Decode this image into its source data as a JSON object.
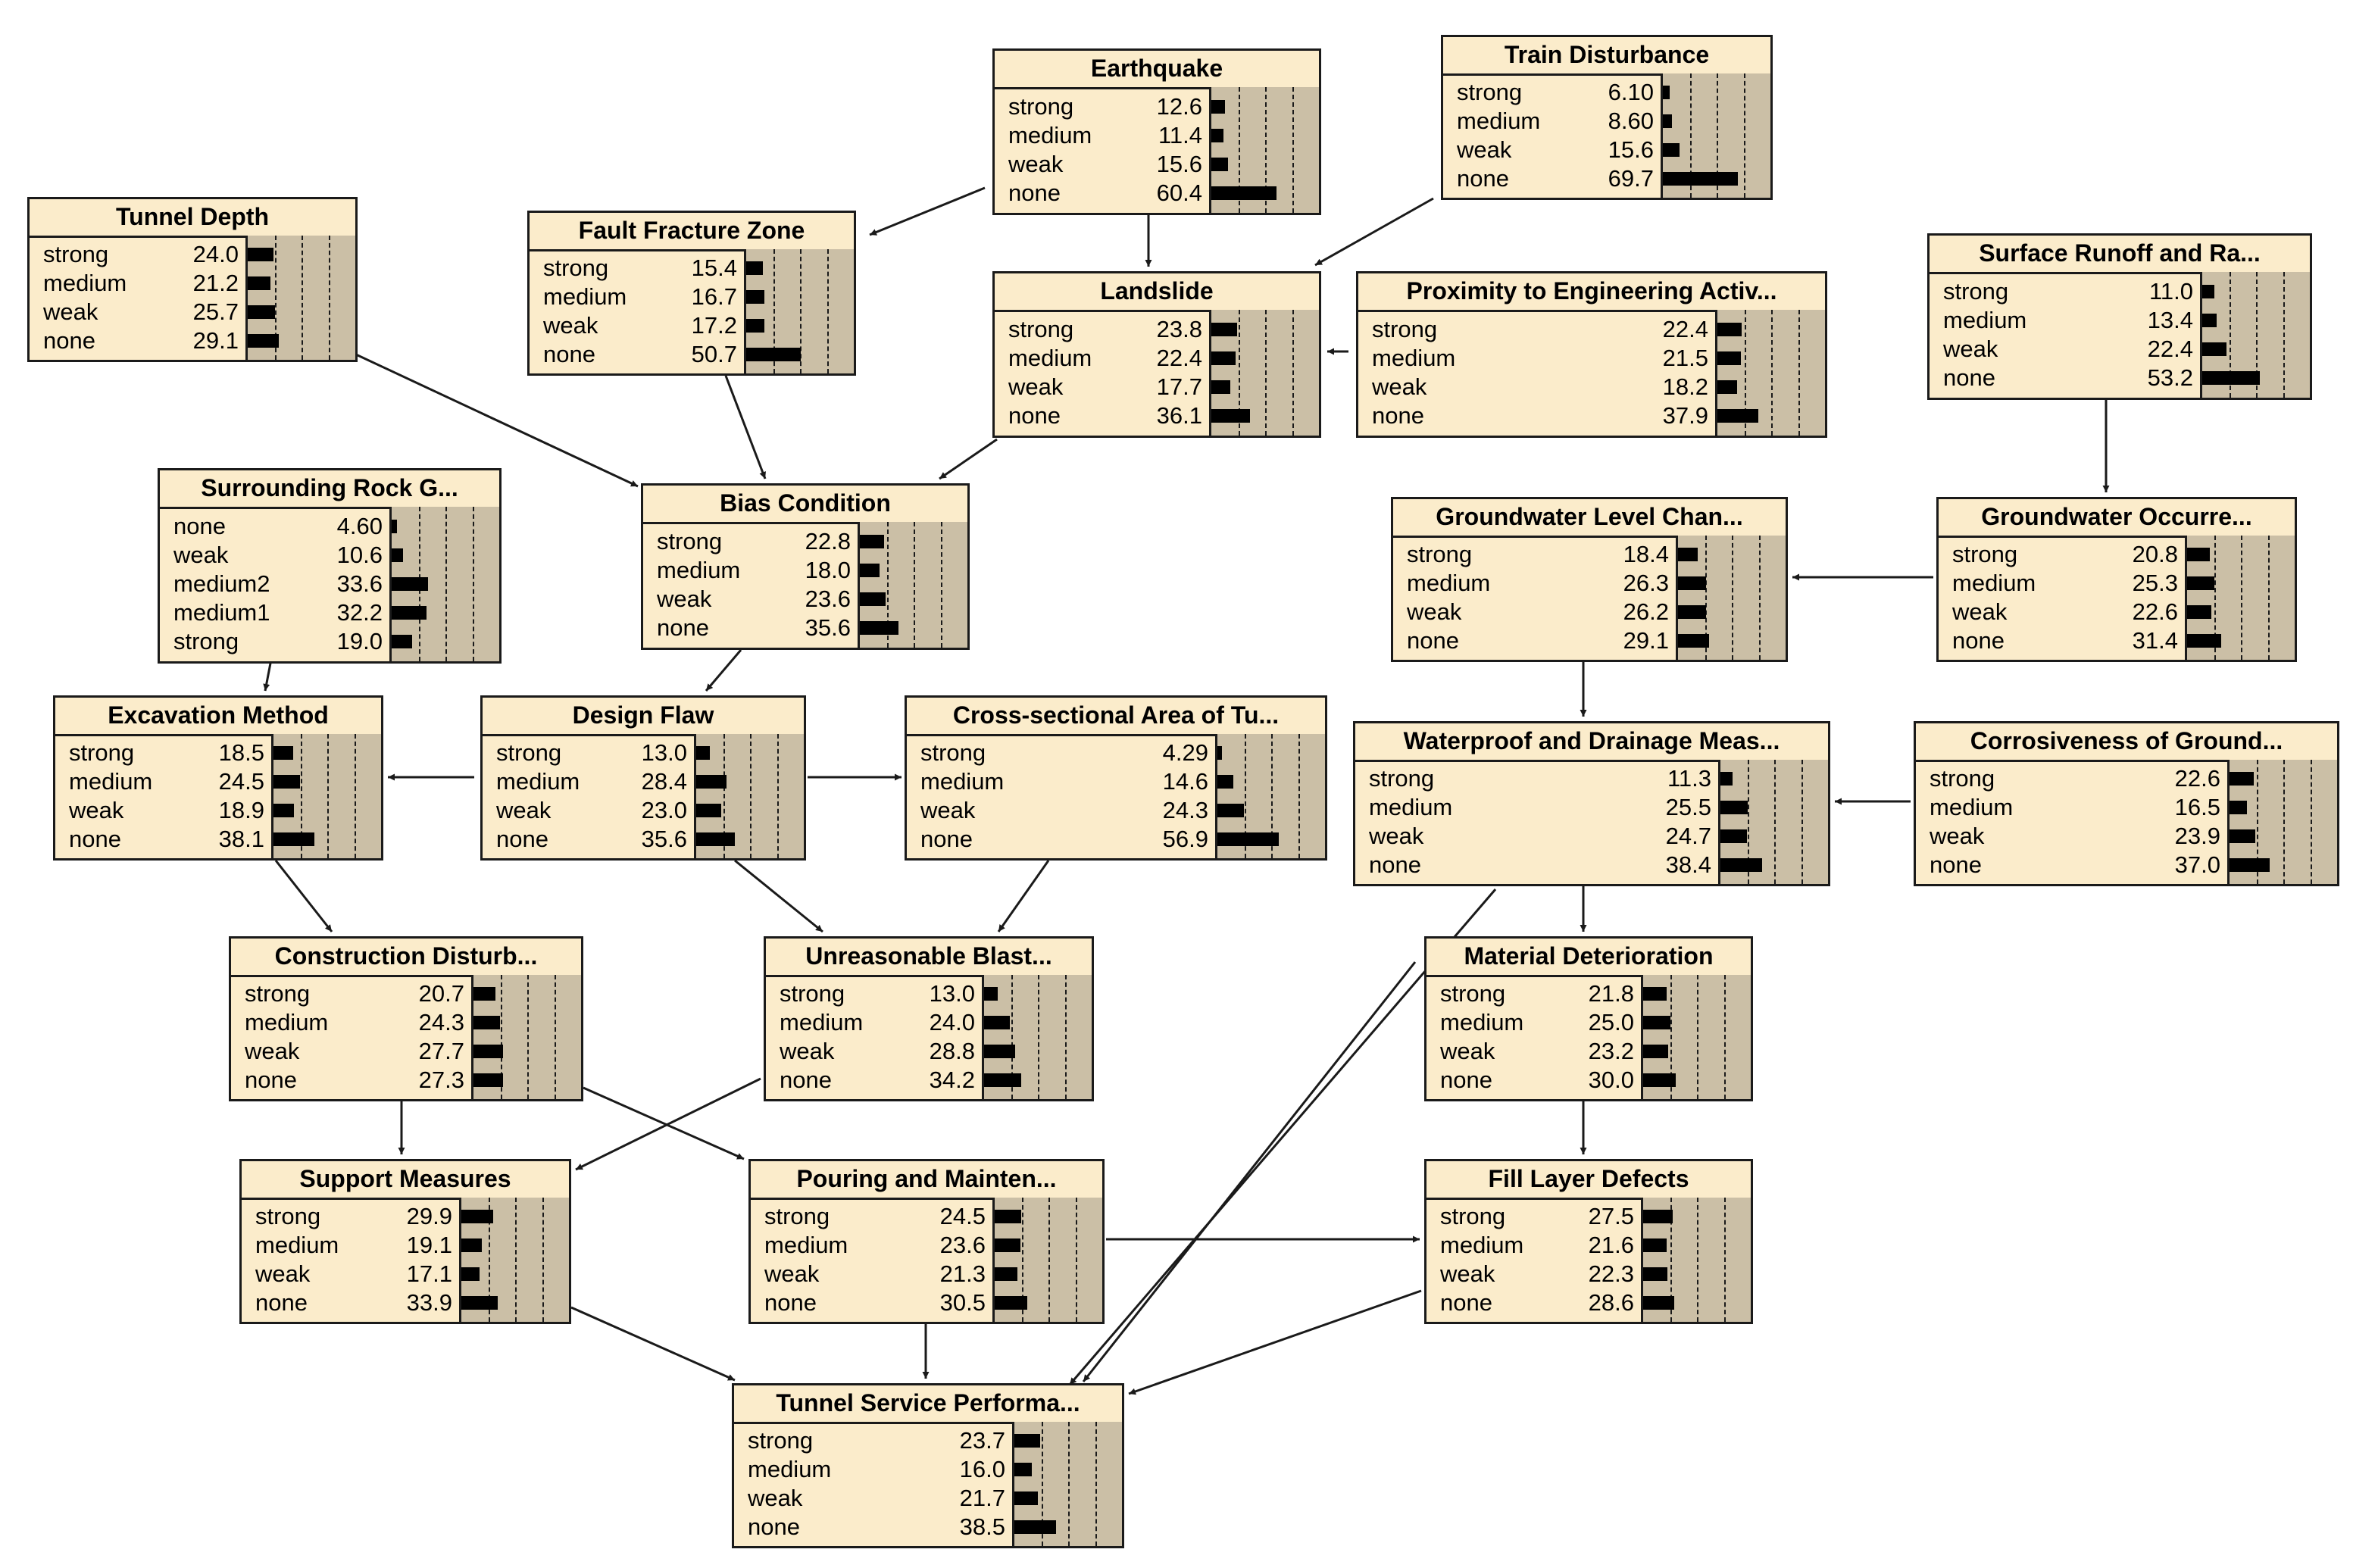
{
  "nodes": [
    {
      "id": "earthquake",
      "title": "Earthquake",
      "states": [
        [
          "strong",
          "12.6"
        ],
        [
          "medium",
          "11.4"
        ],
        [
          "weak",
          "15.6"
        ],
        [
          "none",
          "60.4"
        ]
      ]
    },
    {
      "id": "train",
      "title": "Train Disturbance",
      "states": [
        [
          "strong",
          "6.10"
        ],
        [
          "medium",
          "8.60"
        ],
        [
          "weak",
          "15.6"
        ],
        [
          "none",
          "69.7"
        ]
      ]
    },
    {
      "id": "tunnel_depth",
      "title": "Tunnel Depth",
      "states": [
        [
          "strong",
          "24.0"
        ],
        [
          "medium",
          "21.2"
        ],
        [
          "weak",
          "25.7"
        ],
        [
          "none",
          "29.1"
        ]
      ]
    },
    {
      "id": "fault",
      "title": "Fault Fracture Zone",
      "states": [
        [
          "strong",
          "15.4"
        ],
        [
          "medium",
          "16.7"
        ],
        [
          "weak",
          "17.2"
        ],
        [
          "none",
          "50.7"
        ]
      ]
    },
    {
      "id": "landslide",
      "title": "Landslide",
      "states": [
        [
          "strong",
          "23.8"
        ],
        [
          "medium",
          "22.4"
        ],
        [
          "weak",
          "17.7"
        ],
        [
          "none",
          "36.1"
        ]
      ]
    },
    {
      "id": "proximity",
      "title": "Proximity to Engineering Activ...",
      "states": [
        [
          "strong",
          "22.4"
        ],
        [
          "medium",
          "21.5"
        ],
        [
          "weak",
          "18.2"
        ],
        [
          "none",
          "37.9"
        ]
      ]
    },
    {
      "id": "runoff",
      "title": "Surface Runoff and Ra...",
      "states": [
        [
          "strong",
          "11.0"
        ],
        [
          "medium",
          "13.4"
        ],
        [
          "weak",
          "22.4"
        ],
        [
          "none",
          "53.2"
        ]
      ]
    },
    {
      "id": "rock",
      "title": "Surrounding Rock G...",
      "states": [
        [
          "none",
          "4.60"
        ],
        [
          "weak",
          "10.6"
        ],
        [
          "medium2",
          "33.6"
        ],
        [
          "medium1",
          "32.2"
        ],
        [
          "strong",
          "19.0"
        ]
      ]
    },
    {
      "id": "bias",
      "title": "Bias Condition",
      "states": [
        [
          "strong",
          "22.8"
        ],
        [
          "medium",
          "18.0"
        ],
        [
          "weak",
          "23.6"
        ],
        [
          "none",
          "35.6"
        ]
      ]
    },
    {
      "id": "gw_level",
      "title": "Groundwater Level Chan...",
      "states": [
        [
          "strong",
          "18.4"
        ],
        [
          "medium",
          "26.3"
        ],
        [
          "weak",
          "26.2"
        ],
        [
          "none",
          "29.1"
        ]
      ]
    },
    {
      "id": "gw_occ",
      "title": "Groundwater Occurre...",
      "states": [
        [
          "strong",
          "20.8"
        ],
        [
          "medium",
          "25.3"
        ],
        [
          "weak",
          "22.6"
        ],
        [
          "none",
          "31.4"
        ]
      ]
    },
    {
      "id": "excavation",
      "title": "Excavation Method",
      "states": [
        [
          "strong",
          "18.5"
        ],
        [
          "medium",
          "24.5"
        ],
        [
          "weak",
          "18.9"
        ],
        [
          "none",
          "38.1"
        ]
      ]
    },
    {
      "id": "design",
      "title": "Design Flaw",
      "states": [
        [
          "strong",
          "13.0"
        ],
        [
          "medium",
          "28.4"
        ],
        [
          "weak",
          "23.0"
        ],
        [
          "none",
          "35.6"
        ]
      ]
    },
    {
      "id": "cross",
      "title": "Cross-sectional Area of Tu...",
      "states": [
        [
          "strong",
          "4.29"
        ],
        [
          "medium",
          "14.6"
        ],
        [
          "weak",
          "24.3"
        ],
        [
          "none",
          "56.9"
        ]
      ]
    },
    {
      "id": "waterproof",
      "title": "Waterproof and Drainage Meas...",
      "states": [
        [
          "strong",
          "11.3"
        ],
        [
          "medium",
          "25.5"
        ],
        [
          "weak",
          "24.7"
        ],
        [
          "none",
          "38.4"
        ]
      ]
    },
    {
      "id": "corrosive",
      "title": "Corrosiveness of Ground...",
      "states": [
        [
          "strong",
          "22.6"
        ],
        [
          "medium",
          "16.5"
        ],
        [
          "weak",
          "23.9"
        ],
        [
          "none",
          "37.0"
        ]
      ]
    },
    {
      "id": "construction",
      "title": "Construction Disturb...",
      "states": [
        [
          "strong",
          "20.7"
        ],
        [
          "medium",
          "24.3"
        ],
        [
          "weak",
          "27.7"
        ],
        [
          "none",
          "27.3"
        ]
      ]
    },
    {
      "id": "blast",
      "title": "Unreasonable Blast...",
      "states": [
        [
          "strong",
          "13.0"
        ],
        [
          "medium",
          "24.0"
        ],
        [
          "weak",
          "28.8"
        ],
        [
          "none",
          "34.2"
        ]
      ]
    },
    {
      "id": "material",
      "title": "Material Deterioration",
      "states": [
        [
          "strong",
          "21.8"
        ],
        [
          "medium",
          "25.0"
        ],
        [
          "weak",
          "23.2"
        ],
        [
          "none",
          "30.0"
        ]
      ]
    },
    {
      "id": "support",
      "title": "Support Measures",
      "states": [
        [
          "strong",
          "29.9"
        ],
        [
          "medium",
          "19.1"
        ],
        [
          "weak",
          "17.1"
        ],
        [
          "none",
          "33.9"
        ]
      ]
    },
    {
      "id": "pouring",
      "title": "Pouring and Mainten...",
      "states": [
        [
          "strong",
          "24.5"
        ],
        [
          "medium",
          "23.6"
        ],
        [
          "weak",
          "21.3"
        ],
        [
          "none",
          "30.5"
        ]
      ]
    },
    {
      "id": "fill",
      "title": "Fill Layer Defects",
      "states": [
        [
          "strong",
          "27.5"
        ],
        [
          "medium",
          "21.6"
        ],
        [
          "weak",
          "22.3"
        ],
        [
          "none",
          "28.6"
        ]
      ]
    },
    {
      "id": "service",
      "title": "Tunnel Service Performa...",
      "states": [
        [
          "strong",
          "23.7"
        ],
        [
          "medium",
          "16.0"
        ],
        [
          "weak",
          "21.7"
        ],
        [
          "none",
          "38.5"
        ]
      ]
    }
  ]
}
